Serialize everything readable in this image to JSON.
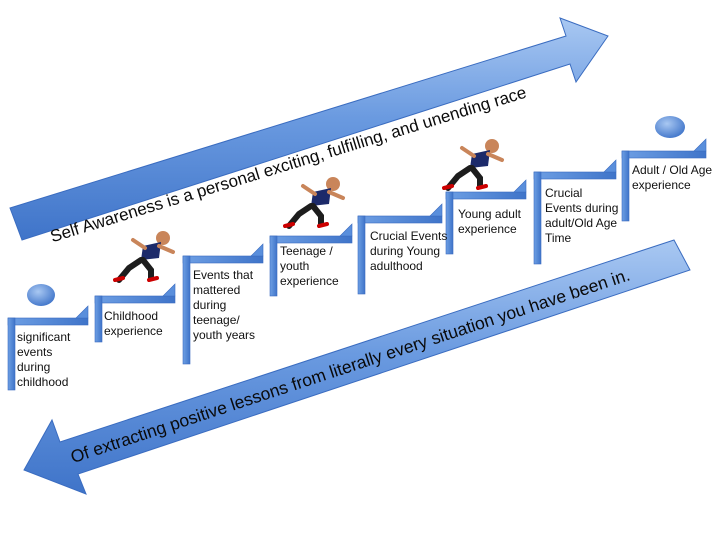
{
  "colors": {
    "arrow_fill": "#4f86d8",
    "arrow_light": "#9cc0f0",
    "step_fill": "#5a8fdc",
    "person_head": "#5b95e0"
  },
  "top_arrow": {
    "text": "Self Awareness is a personal exciting, fulfilling, and unending race"
  },
  "bottom_arrow": {
    "text": "Of extracting positive lessons from literally every situation you have been in."
  },
  "steps": [
    {
      "label": "significant events during childhood"
    },
    {
      "label": "Childhood experience"
    },
    {
      "label": "Events that mattered during teenage/ youth years"
    },
    {
      "label": "Teenage / youth experience"
    },
    {
      "label": "Crucial Events during Young adulthood"
    },
    {
      "label": "Young adult experience"
    },
    {
      "label": "Crucial Events during adult/Old Age Time"
    },
    {
      "label": "Adult / Old Age experience"
    }
  ],
  "icons": [
    "person-start-icon",
    "runner-icon",
    "runner-icon",
    "runner-icon",
    "person-end-icon"
  ]
}
